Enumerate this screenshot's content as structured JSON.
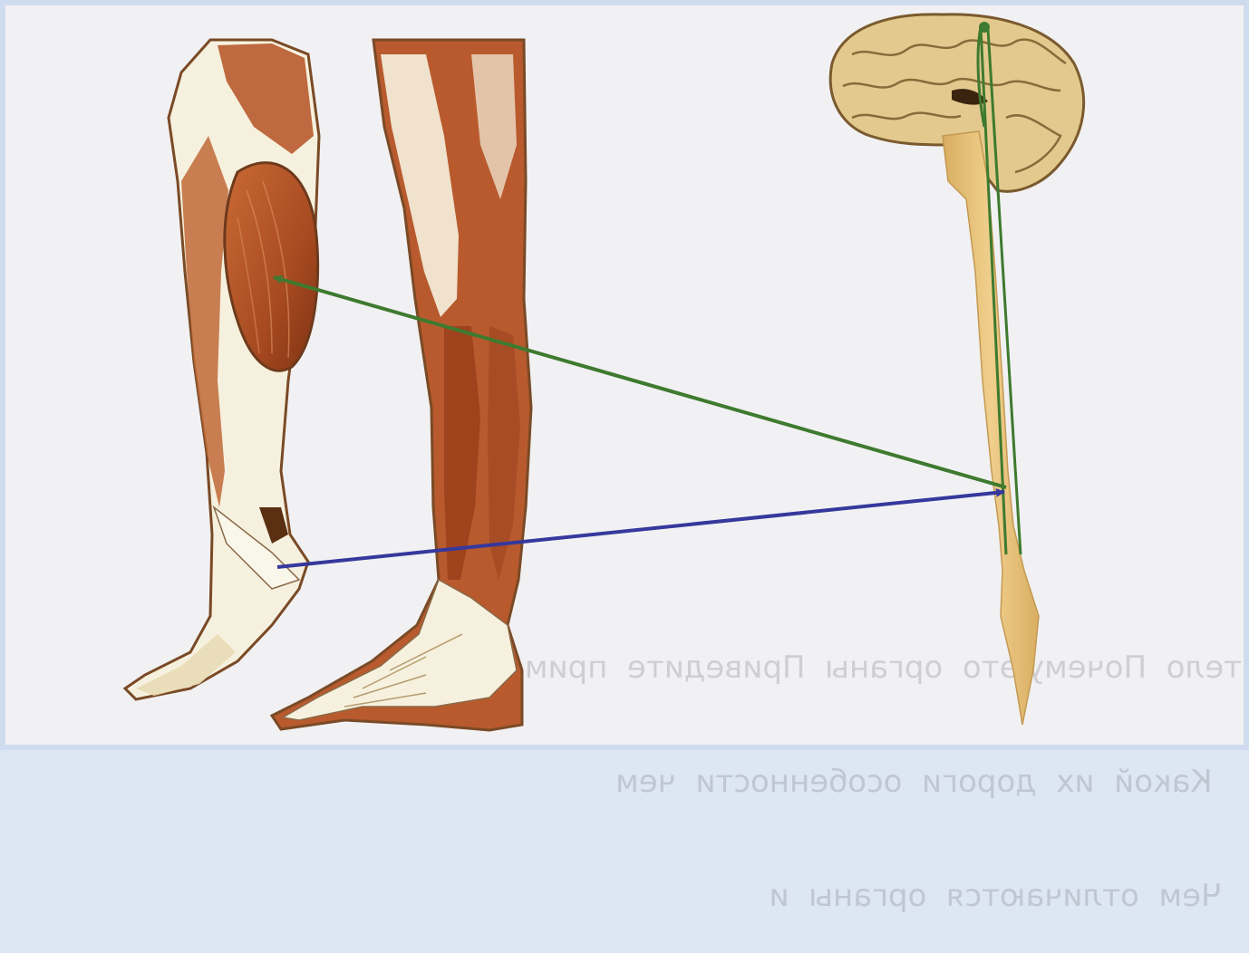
{
  "colors": {
    "background": "#f1f1f3",
    "frame": "#cfdcf0",
    "muscle": "#b85a2e",
    "muscle_dark": "#8a3a18",
    "tendon": "#f6f1de",
    "outline": "#7a4a26",
    "brain": "#e3c98d",
    "spinal_cord": "#e8c483",
    "motor_pathway": "#3e7a2f",
    "sensory_pathway": "#35389c"
  },
  "icons": {
    "leg_side": "leg-side-view",
    "leg_back": "leg-back-view",
    "brain": "brain-icon",
    "spinal_cord": "spinal-cord",
    "motor_arrow": "green-arrow-to-calf",
    "sensory_arrow": "blue-arrow-to-spinal-cord"
  },
  "background_text": {
    "lines": [
      "тело  Почему это  органы  Приведите  примеры",
      "   Какой  их  дороги  особенности  чем",
      "  Чем  отличаются  органы  и"
    ]
  }
}
